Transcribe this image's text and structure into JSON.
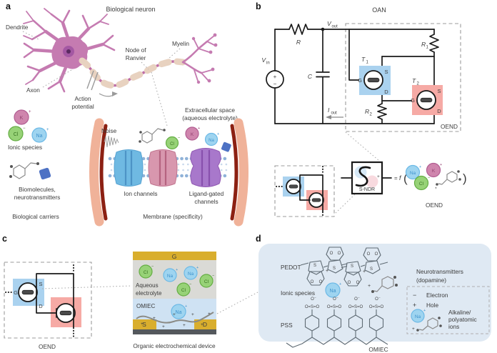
{
  "colors": {
    "neuron_pink": "#c57bb1",
    "nucleus_purple": "#a458a3",
    "myelin_beige": "#e8d2c0",
    "membrane_red_dark": "#8c2012",
    "membrane_red_light": "#f0b299",
    "channel_blue": "#6fb9e2",
    "channel_pink": "#d897ae",
    "channel_purple": "#a878cb",
    "ion_k_pink": "#cf85ad",
    "ion_cl_green": "#97d277",
    "ion_na_blue": "#9ed4f0",
    "biomolecule_blue": "#4e72c4",
    "t1_highlight_blue": "#aad2ef",
    "t2_highlight_red": "#f6aaa5",
    "electrode_gold": "#d9ae2d",
    "electrolyte_gray": "#dadad6",
    "omiec_blue": "#cfe2f3",
    "substrate_gray": "#54585c",
    "panel_d_bg": "#dfe9f3"
  },
  "shared": {
    "plus": "+",
    "minus": "−",
    "ions": {
      "k": "K",
      "na": "Na",
      "cl": "Cl"
    },
    "transistor": {
      "g": "G",
      "s": "S",
      "d": "D"
    },
    "oend": "OEND",
    "omiec": "OMIEC",
    "atoms": {
      "s": "S",
      "o": "O",
      "o_minus": "O⁻",
      "sulfonate": "O=S=O"
    }
  },
  "panel_a": {
    "letter": "a",
    "title": "Biological neuron",
    "dendrite": "Dendrite",
    "axon": "Axon",
    "action_potential": [
      "Action",
      "potential"
    ],
    "node_of_ranvier": [
      "Node of",
      "Ranvier"
    ],
    "myelin": "Myelin",
    "extracellular": [
      "Extracellular space",
      "(aqueous electrolyte)"
    ],
    "ionic_species": "Ionic species",
    "biomolecules": [
      "Biomolecules,",
      "neurotransmitters"
    ],
    "biological_carriers": "Biological carriers",
    "noise": "Noise",
    "ion_channels": "Ion channels",
    "ligand_gated": [
      "Ligand-gated",
      "channels"
    ],
    "membrane": "Membrane (specificity)"
  },
  "panel_b": {
    "letter": "b",
    "title": "OAN",
    "vin": {
      "base": "V",
      "sub": "in"
    },
    "vout": {
      "base": "V",
      "sub": "out"
    },
    "iout": {
      "base": "I",
      "sub": "out"
    },
    "r": "R",
    "c": "C",
    "r1": {
      "base": "R",
      "sub": "1"
    },
    "r2": {
      "base": "R",
      "sub": "2"
    },
    "t1": {
      "base": "T",
      "sub": "1"
    },
    "t2": {
      "base": "T",
      "sub": "2"
    },
    "sndr": "S-NDR",
    "equation": {
      "equals": "=",
      "f": "f",
      "open": "(",
      "comma": ",",
      "close": ")"
    }
  },
  "panel_c": {
    "letter": "c",
    "aqueous": [
      "Aqueous",
      "electrolyte"
    ],
    "device_caption": "Organic electrochemical device"
  },
  "panel_d": {
    "letter": "d",
    "pedot": "PEDOT",
    "ionic_species": "Ionic species",
    "pss": "PSS",
    "neurotransmitters": [
      "Neurotransmitters",
      "(dopamine)"
    ],
    "legend": {
      "electron": "Electron",
      "hole": "Hole",
      "alkaline": [
        "Alkaline/",
        "polyatomic",
        "ions"
      ]
    }
  }
}
